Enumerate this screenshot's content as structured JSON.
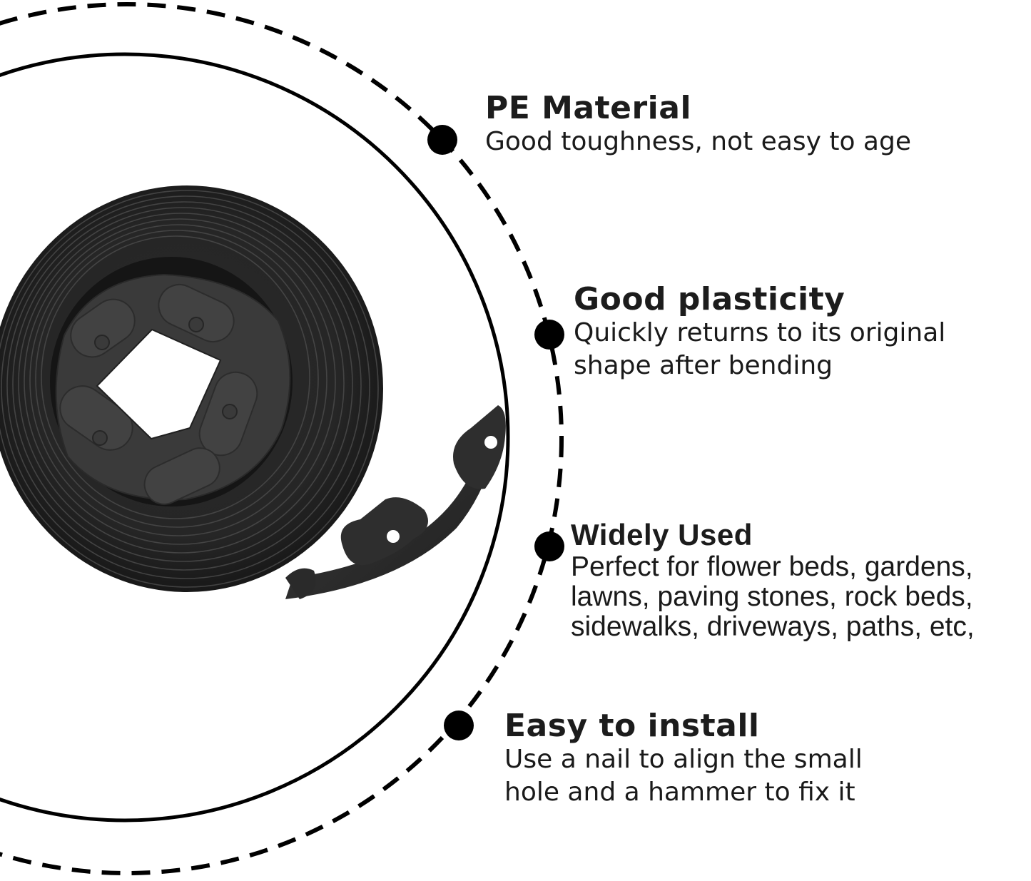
{
  "image": {
    "subject": "black flexible garden edging coil",
    "colors": {
      "background": "#ffffff",
      "ink": "#000000",
      "text": "#1c1c1c",
      "coil_dark": "#1e1e1e",
      "coil_mid": "#3a3a3a",
      "coil_light": "#5a5a5a"
    }
  },
  "features": [
    {
      "title": "PE Material",
      "description_lines": [
        "Good toughness, not easy to age"
      ]
    },
    {
      "title": "Good plasticity",
      "description_lines": [
        "Quickly returns to its original",
        "shape after bending"
      ]
    },
    {
      "title": "Widely Used",
      "description_lines": [
        "Perfect for flower beds, gardens,",
        "lawns, paving stones, rock beds,",
        "sidewalks, driveways, paths, etc,"
      ]
    },
    {
      "title": "Easy to install",
      "description_lines": [
        "Use a nail to align the small",
        "hole and a hammer to fix it"
      ]
    }
  ],
  "icons": {
    "bullet": "filled-circle-marker"
  }
}
